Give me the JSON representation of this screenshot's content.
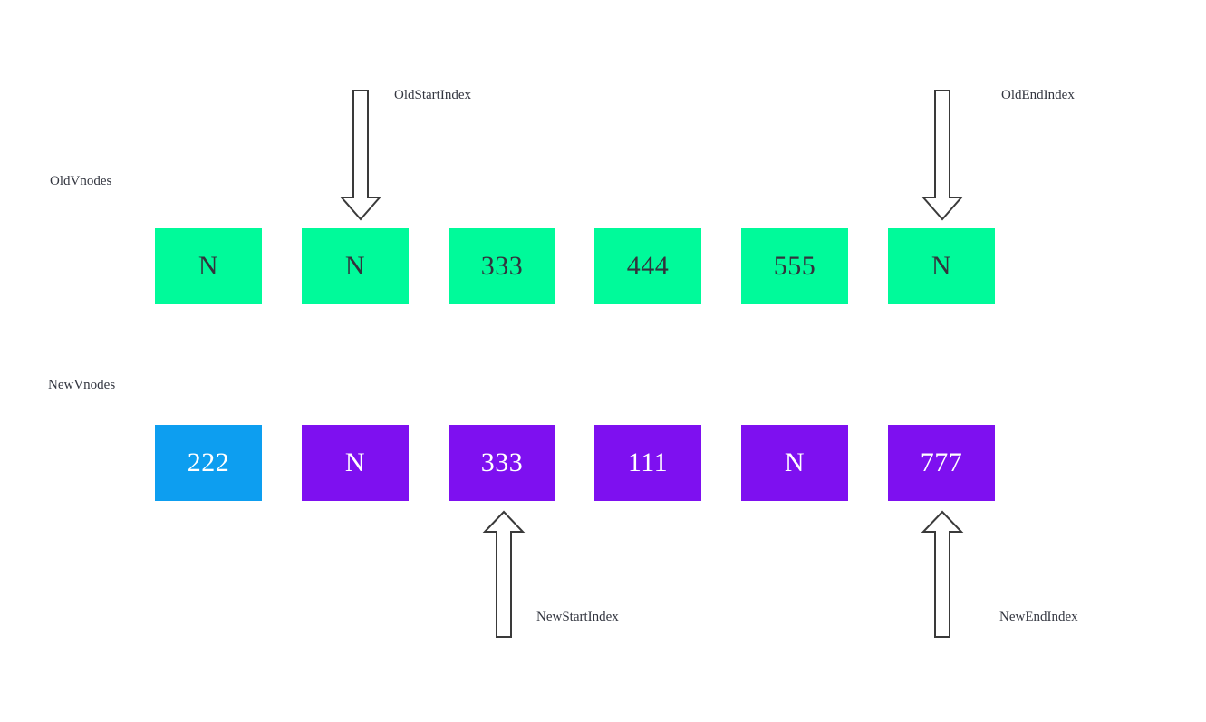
{
  "colors": {
    "old_box": "#00FA9A",
    "new_box": "#7E10F0",
    "new_box_first": "#0D9EF0",
    "box_text_dark": "#33333d",
    "box_text_light": "#ffffff",
    "arrow_stroke": "#3a3a3a",
    "label_text": "#333640",
    "background": "#ffffff"
  },
  "old_row": {
    "label": "OldVnodes",
    "boxes": [
      "N",
      "N",
      "333",
      "444",
      "555",
      "N"
    ]
  },
  "new_row": {
    "label": "NewVnodes",
    "boxes": [
      "222",
      "N",
      "333",
      "111",
      "N",
      "777"
    ]
  },
  "pointers": {
    "old_start": "OldStartIndex",
    "old_end": "OldEndIndex",
    "new_start": "NewStartIndex",
    "new_end": "NewEndIndex"
  }
}
